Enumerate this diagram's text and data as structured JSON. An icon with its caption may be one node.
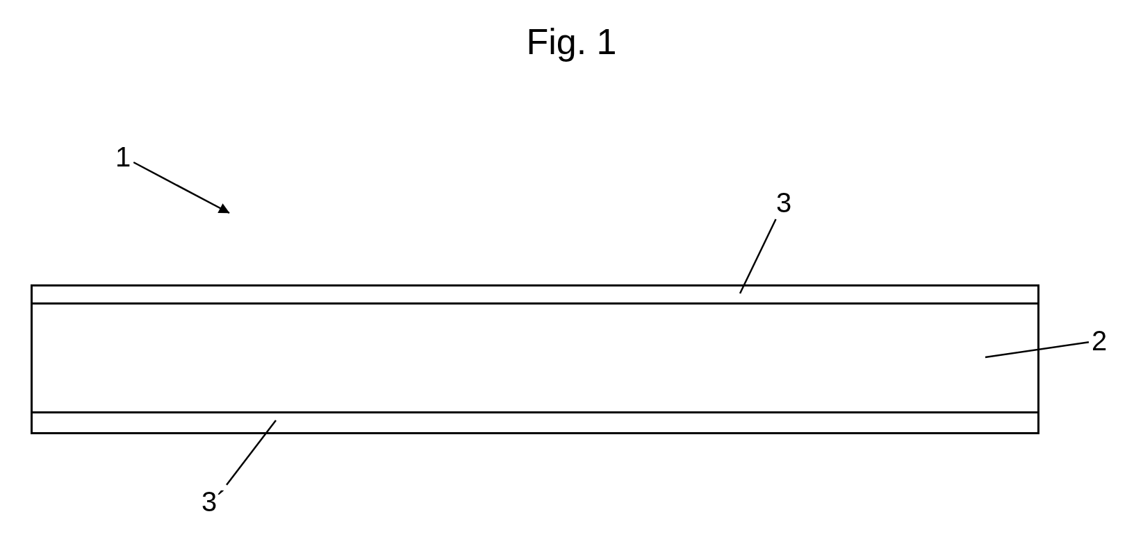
{
  "diagram": {
    "title": "Fig. 1",
    "nodes": [
      {
        "text": [
          "1"
        ]
      },
      {
        "text": [
          "3"
        ]
      },
      {
        "text": [],
        "shape": "bar"
      },
      {
        "text": [],
        "shape": "bar"
      },
      {
        "text": [
          "2"
        ]
      },
      {
        "text": [],
        "shape": "bar"
      },
      {
        "text": [
          "3´"
        ]
      }
    ],
    "edges": [
      {
        "from": 0,
        "to": null,
        "arrow": "to"
      },
      {
        "from": 1,
        "to": 2,
        "arrow": "none"
      },
      {
        "from": 4,
        "to": 3,
        "arrow": "none"
      },
      {
        "from": 6,
        "to": 5,
        "arrow": "none"
      }
    ]
  }
}
